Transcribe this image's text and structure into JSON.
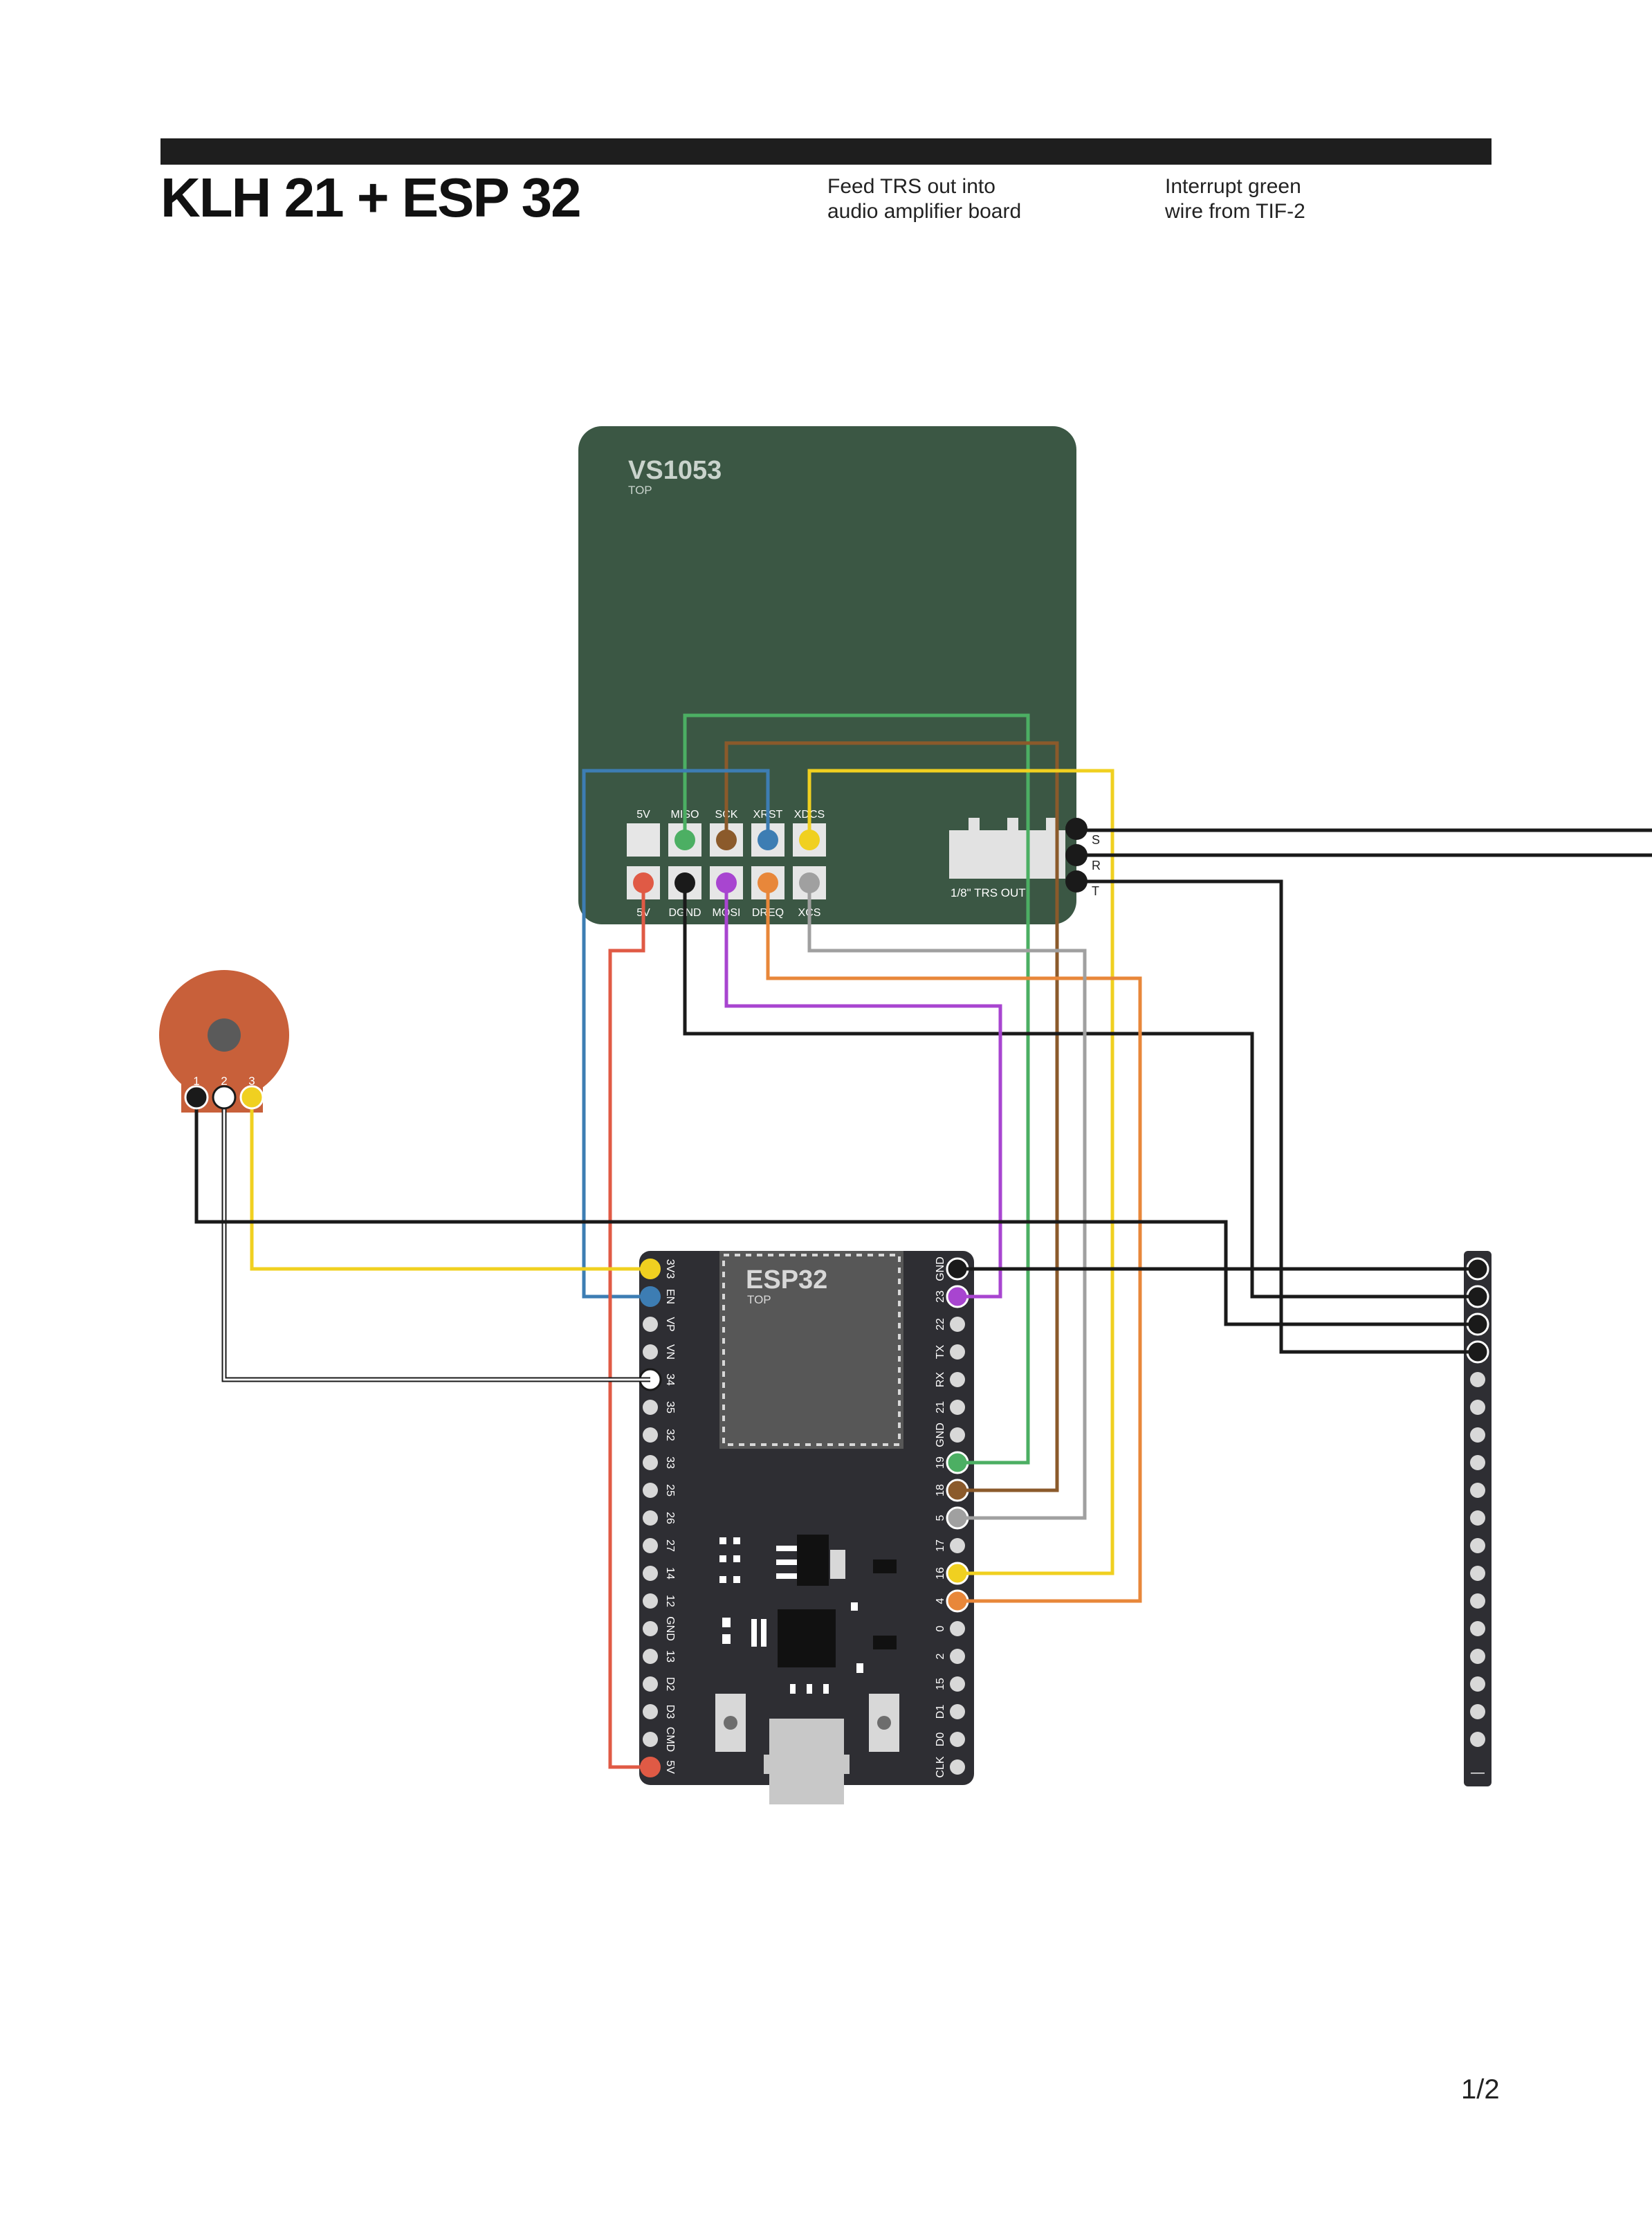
{
  "header": {
    "title": "KLH 21 + ESP 32",
    "note_trs": "Feed TRS out into\naudio amplifier board",
    "note_interrupt": "Interrupt green\nwire  from TIF-2"
  },
  "vs1053": {
    "name": "VS1053",
    "side": "TOP",
    "top_row_labels": [
      "5V",
      "MISO",
      "SCK",
      "XRST",
      "XDCS"
    ],
    "bottom_row_labels": [
      "5V",
      "DGND",
      "MOSI",
      "DREQ",
      "XCS"
    ],
    "jack_label": "1/8\" TRS OUT",
    "trs_labels": [
      "S",
      "R",
      "T"
    ]
  },
  "esp32": {
    "name": "ESP32",
    "side": "TOP",
    "left_pins": [
      "3V3",
      "EN",
      "VP",
      "VN",
      "34",
      "35",
      "32",
      "33",
      "25",
      "26",
      "27",
      "14",
      "12",
      "GND",
      "13",
      "D2",
      "D3",
      "CMD",
      "5V"
    ],
    "right_pins": [
      "GND",
      "23",
      "22",
      "TX",
      "RX",
      "21",
      "GND",
      "19",
      "18",
      "5",
      "17",
      "16",
      "4",
      "0",
      "2",
      "15",
      "D1",
      "D0",
      "CLK"
    ]
  },
  "potentiometer": {
    "pin_labels": [
      "1",
      "2",
      "3"
    ]
  },
  "header_strip": {
    "label": "—"
  },
  "page": {
    "number": "1/2"
  },
  "colors": {
    "board_green": "#3b5744",
    "esp_board": "#2e2e33",
    "pot_orange": "#c8603a",
    "wire_green": "#4caf63",
    "wire_brown": "#8b5a2b",
    "wire_blue": "#3d7db3",
    "wire_yellow": "#f0d020",
    "wire_red": "#e05a45",
    "wire_purple": "#a845d0",
    "wire_orange": "#e8873a",
    "wire_gray": "#a0a0a0",
    "wire_black": "#1a1a1a"
  }
}
